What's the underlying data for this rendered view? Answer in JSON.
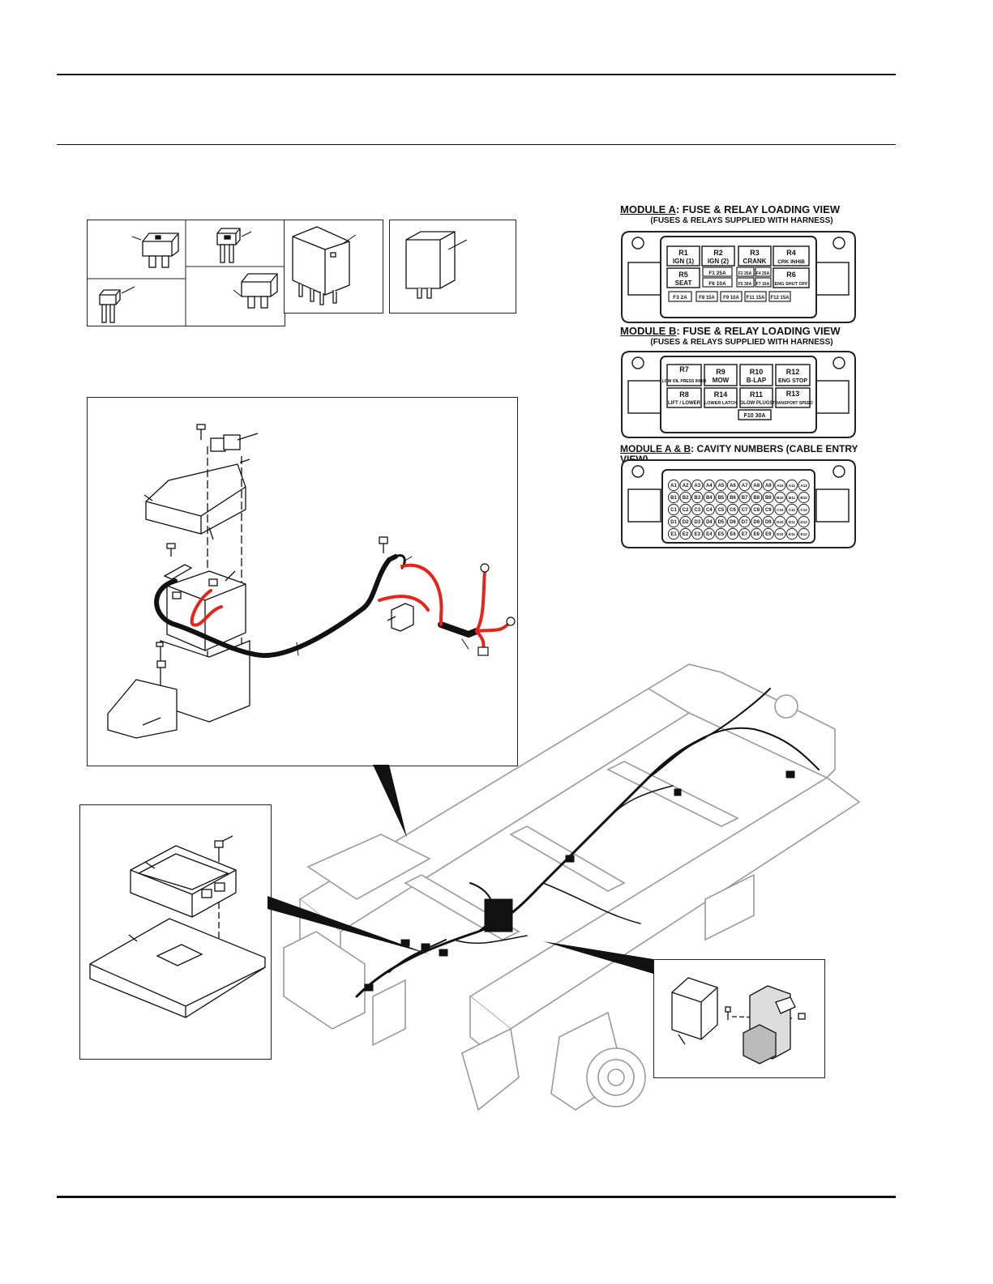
{
  "module_a": {
    "title_prefix": "MODULE A",
    "title_suffix": ": FUSE & RELAY LOADING VIEW",
    "subtitle": "(FUSES & RELAYS SUPPLIED WITH HARNESS)",
    "relays": [
      {
        "id": "R1",
        "name": "IGN (1)"
      },
      {
        "id": "R2",
        "name": "IGN (2)"
      },
      {
        "id": "R3",
        "name": "CRANK"
      },
      {
        "id": "R4",
        "name": "CRK INHIB"
      },
      {
        "id": "R5",
        "name": "SEAT"
      },
      {
        "id": "R6",
        "name": "ENG SHUT OFF"
      }
    ],
    "fuses_mid": [
      "F1 25A",
      "F2 25A",
      "F4 25A",
      "F6 10A",
      "F5 30A",
      "F7 15A"
    ],
    "fuses_bottom": [
      "F3 2A",
      "F8 15A",
      "F9 10A",
      "F11 15A",
      "F12 15A"
    ]
  },
  "module_b": {
    "title_prefix": "MODULE B",
    "title_suffix": ": FUSE & RELAY LOADING VIEW",
    "subtitle": "(FUSES & RELAYS SUPPLIED WITH HARNESS)",
    "relays": [
      {
        "id": "R7",
        "name": "LOW OIL PRESS INHIB"
      },
      {
        "id": "R9",
        "name": "MOW"
      },
      {
        "id": "R10",
        "name": "B-LAP"
      },
      {
        "id": "R12",
        "name": "ENG STOP"
      },
      {
        "id": "R8",
        "name": "LIFT / LOWER"
      },
      {
        "id": "R14",
        "name": "LOWER LATCH"
      },
      {
        "id": "R11",
        "name": "GLOW PLUGS"
      },
      {
        "id": "R13",
        "name": "TRANSPORT SPEED"
      }
    ],
    "fuses_bottom": [
      "F10 30A"
    ]
  },
  "module_ab": {
    "title_prefix": "MODULE A & B",
    "title_suffix": ": CAVITY NUMBERS (CABLE ENTRY VIEW)",
    "rows": [
      [
        "A1",
        "A2",
        "A3",
        "A4",
        "A5",
        "A6",
        "A7",
        "A8",
        "A9",
        "A10",
        "A11",
        "A12"
      ],
      [
        "B1",
        "B2",
        "B3",
        "B4",
        "B5",
        "B6",
        "B7",
        "B8",
        "B9",
        "B10",
        "B11",
        "B12"
      ],
      [
        "C1",
        "C2",
        "C3",
        "C4",
        "C5",
        "C6",
        "C7",
        "C8",
        "C9",
        "C10",
        "C11",
        "C12"
      ],
      [
        "D1",
        "D2",
        "D3",
        "D4",
        "D5",
        "D6",
        "D7",
        "D8",
        "D9",
        "D10",
        "D11",
        "D12"
      ],
      [
        "E1",
        "E2",
        "E3",
        "E4",
        "E5",
        "E6",
        "E7",
        "E8",
        "E9",
        "E10",
        "E11",
        "E12"
      ]
    ]
  },
  "colors": {
    "line": "#111111",
    "cable_red": "#e8231c",
    "frame": "#9a9a9a"
  }
}
